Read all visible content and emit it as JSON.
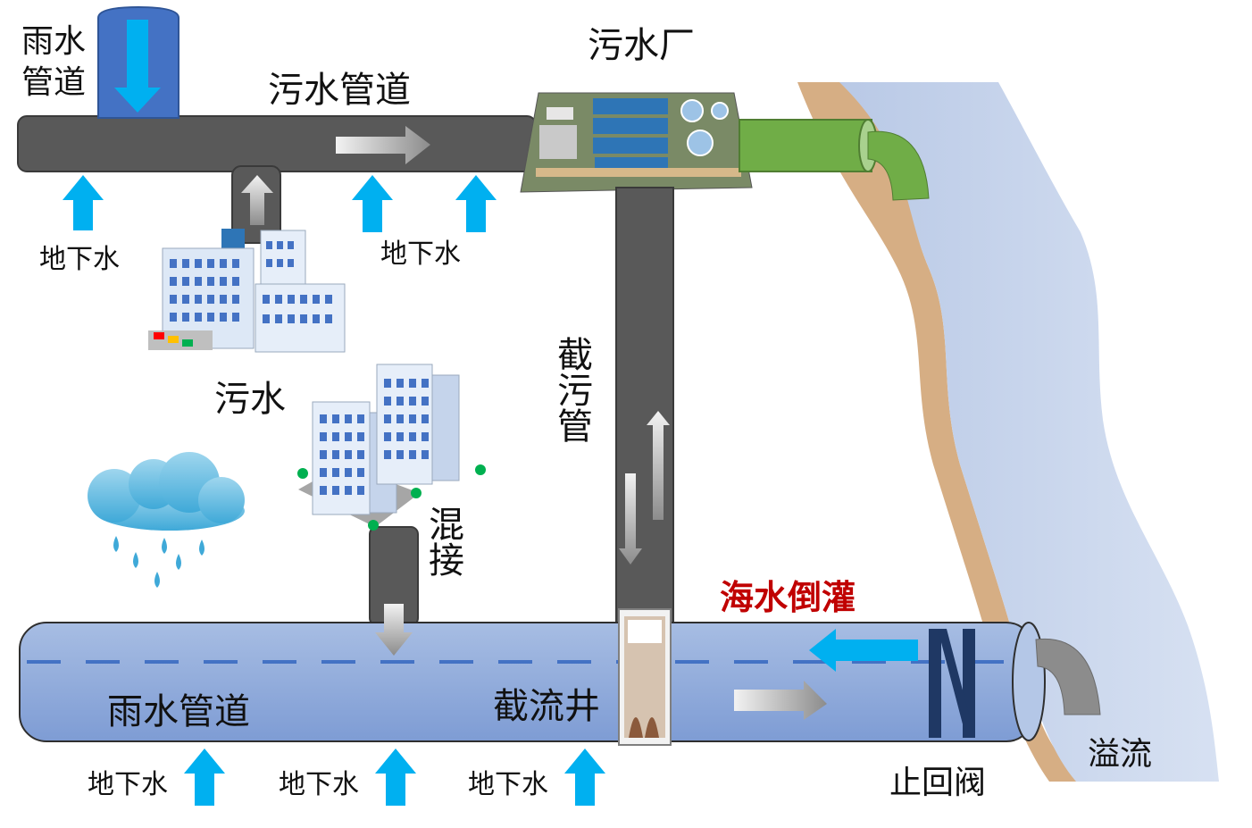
{
  "labels": {
    "rain_pipe_top": [
      "雨水",
      "管道"
    ],
    "sewage_pipe": "污水管道",
    "wwtp": "污水厂",
    "interceptor": "截污管",
    "sewage": "污水",
    "mixed_connection": "混接",
    "seawater_backflow": "海水倒灌",
    "storm_pipe": "雨水管道",
    "interception_well": "截流井",
    "check_valve": "止回阀",
    "overflow": "溢流",
    "groundwater": "地下水"
  },
  "colors": {
    "sewage_pipe": "#595959",
    "storm_pipe": "#8eaadb",
    "rain_pipe": "#4472c4",
    "effluent": "#70ad47",
    "river": "#c9d6ec",
    "bank": "#d9b48a",
    "groundwater_arrow": "#00b0f0",
    "backflow_text": "#c00000"
  },
  "icons": [
    "down-arrow-icon",
    "up-arrow-icon",
    "right-arrow-icon",
    "left-arrow-icon",
    "building-icon",
    "rain-cloud-icon",
    "wastewater-plant-icon",
    "check-valve-icon"
  ]
}
